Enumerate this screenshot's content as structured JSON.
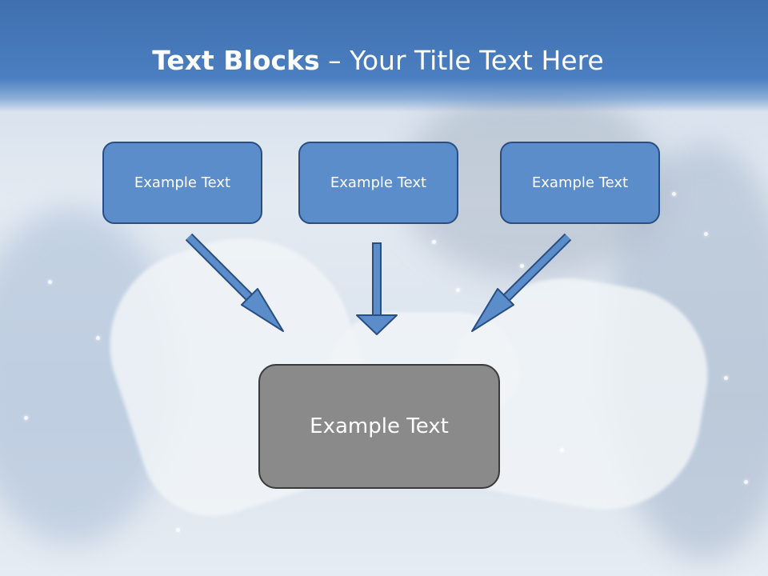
{
  "slide": {
    "title_bold": "Text Blocks",
    "title_separator": " – ",
    "title_rest": "Your Title Text Here",
    "top_boxes": [
      {
        "label": "Example Text"
      },
      {
        "label": "Example Text"
      },
      {
        "label": "Example Text"
      }
    ],
    "bottom_box": {
      "label": "Example Text"
    }
  },
  "colors": {
    "header": "#4b7fc1",
    "box_fill": "#5b8dcb",
    "box_border": "#2a4e80",
    "bottom_box_fill": "#8a8a8a",
    "arrow_fill": "#5b8dcb"
  },
  "icons": [
    "arrow-down-right-icon",
    "arrow-down-icon",
    "arrow-down-left-icon"
  ]
}
